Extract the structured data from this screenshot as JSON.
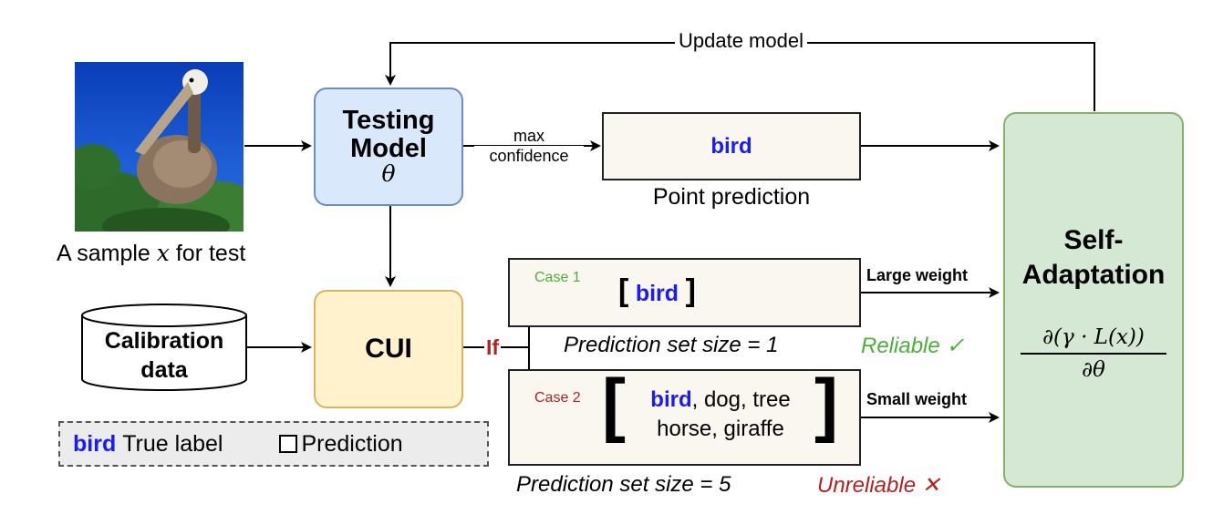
{
  "sample": {
    "caption_prefix": "A sample",
    "caption_var": "x",
    "caption_suffix": "for test"
  },
  "testing_model": {
    "line1": "Testing",
    "line2": "Model",
    "param": "θ"
  },
  "edge_max_conf": {
    "line1": "max",
    "line2": "confidence"
  },
  "point_prediction": {
    "label": "bird",
    "caption": "Point prediction"
  },
  "update_model": "Update model",
  "calibration": {
    "line1": "Calibration",
    "line2": "data"
  },
  "cui": "CUI",
  "if_label": "If",
  "case1": {
    "tag": "Case 1",
    "bracket_open": "[",
    "bracket_close": "]",
    "label": "bird",
    "caption": "Prediction set size = 1",
    "weight": "Large weight",
    "verdict": "Reliable ✓"
  },
  "case2": {
    "tag": "Case 2",
    "bracket_open": "[",
    "bracket_close": "]",
    "label_true": "bird",
    "line1_rest": ", dog, tree",
    "line2": "horse, giraffe",
    "caption": "Prediction set size = 5",
    "weight": "Small weight",
    "verdict": "Unreliable ✕"
  },
  "legend": {
    "true_word": "bird",
    "true_text": "True label",
    "pred_text": "Prediction"
  },
  "self_adaptation": {
    "line1": "Self-",
    "line2": "Adaptation",
    "numerator": "∂(γ · L(x))",
    "denominator": "∂θ"
  },
  "colors": {
    "testing_fill": "#dae8fc",
    "testing_stroke": "#6c8ebf",
    "cui_fill": "#fff2cc",
    "cui_stroke": "#d6b656",
    "adapt_fill": "#d5e8d4",
    "adapt_stroke": "#82b366",
    "pred_fill": "#f9f7ef",
    "true_label": "#1a1aff",
    "reliable": "#4caf3a",
    "unreliable": "#b22222"
  }
}
